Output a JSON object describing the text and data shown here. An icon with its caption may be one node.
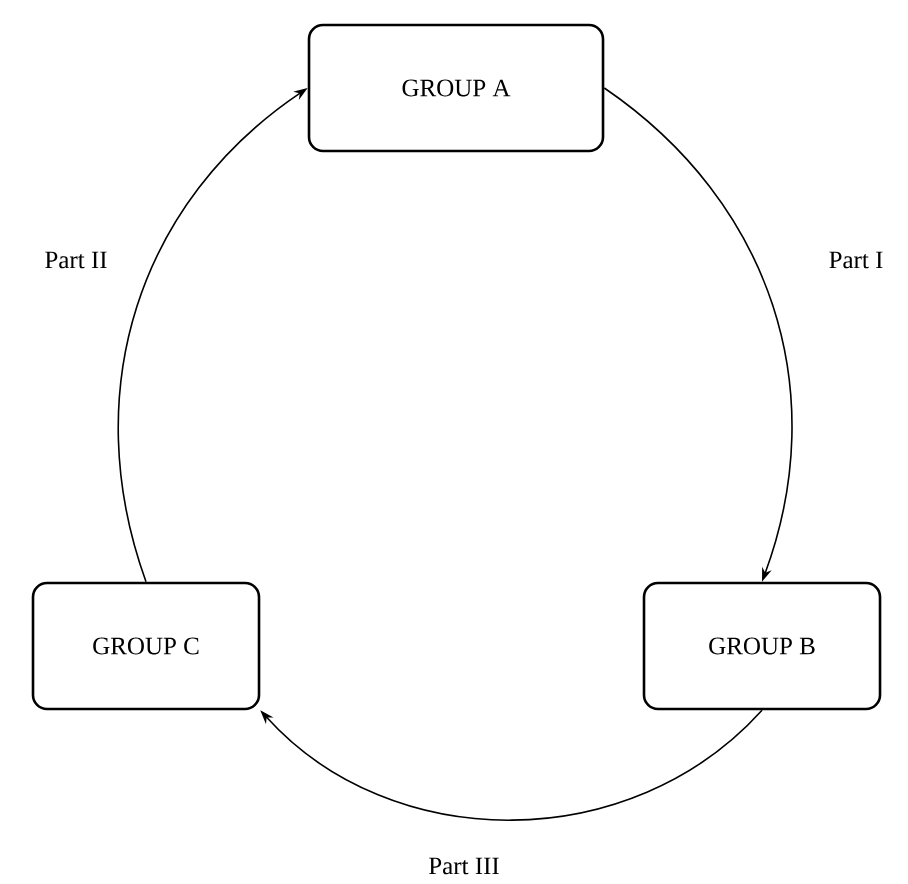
{
  "diagram": {
    "nodes": [
      {
        "text": [
          "GROUP A"
        ]
      },
      {
        "text": [
          "GROUP B"
        ]
      },
      {
        "text": [
          "GROUP C"
        ]
      }
    ],
    "edges": [
      {
        "from": 0,
        "to": 1,
        "arrow": "to",
        "label": "Part I"
      },
      {
        "from": 1,
        "to": 2,
        "arrow": "to",
        "label": "Part III"
      },
      {
        "from": 2,
        "to": 0,
        "arrow": "to",
        "label": "Part II"
      }
    ]
  }
}
